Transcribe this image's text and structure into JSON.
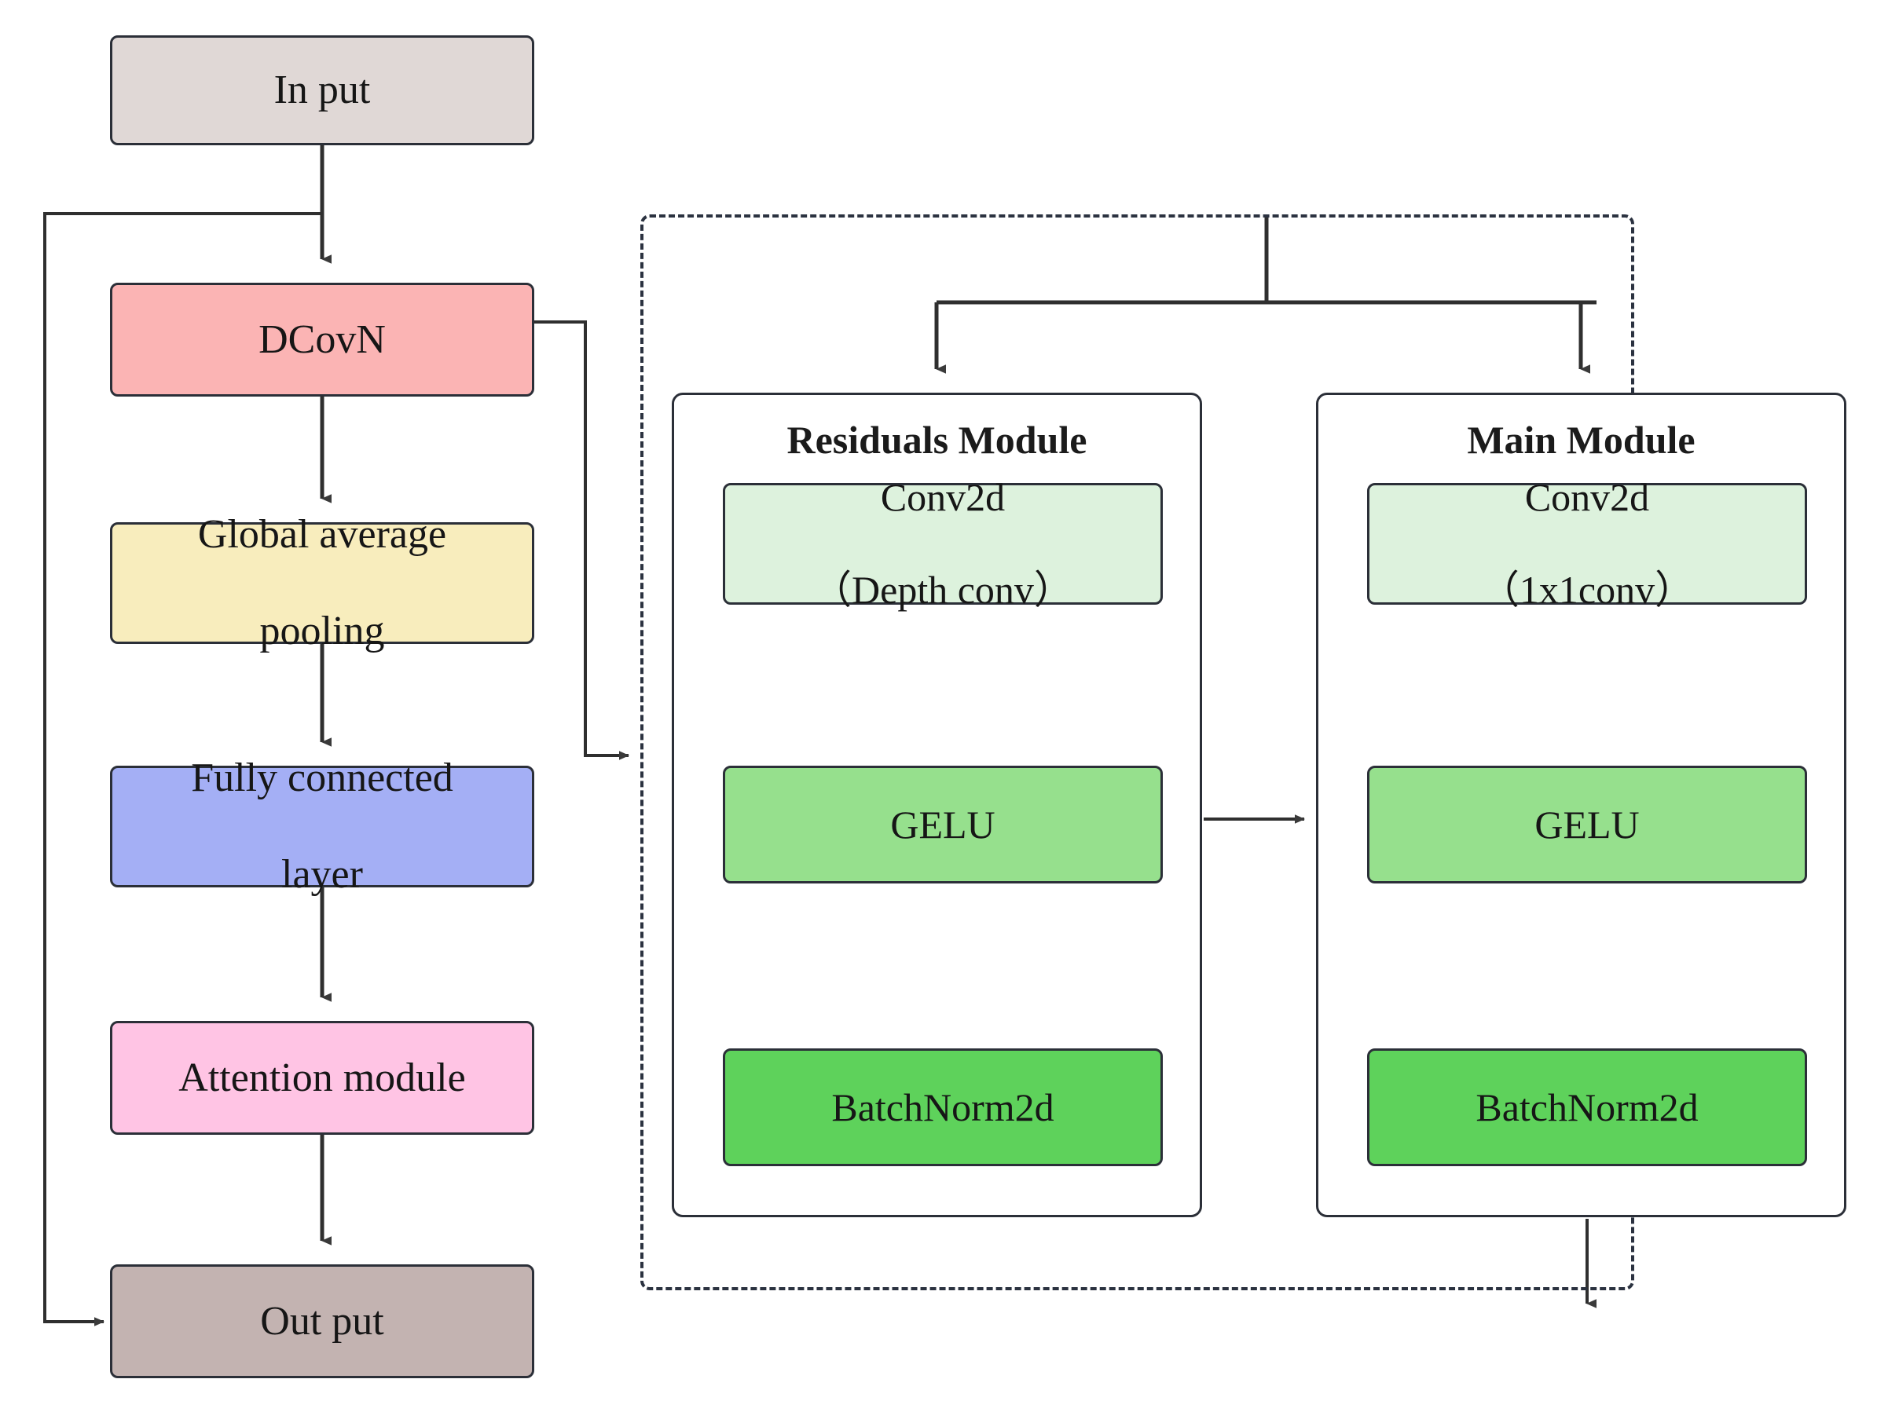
{
  "diagram": {
    "title": "DCovN network architecture block diagram",
    "colors": {
      "input_fill": "#e0d8d6",
      "dcovn_fill": "#fbb4b4",
      "gap_fill": "#f8edbd",
      "fc_fill": "#a4aff5",
      "attention_fill": "#ffc4e4",
      "output_fill": "#c3b3b1",
      "conv_fill": "#ddf2dd",
      "gelu_fill": "#96e08d",
      "batchnorm_fill": "#5ed25b",
      "stroke": "#2b2f38",
      "dashed_stroke": "#2b3240",
      "background": "#ffffff"
    }
  },
  "pipeline": {
    "nodes": [
      {
        "id": "input",
        "label": "In put"
      },
      {
        "id": "dcovn",
        "label": "DCovN"
      },
      {
        "id": "gap",
        "label": "Global average\npooling"
      },
      {
        "id": "fc",
        "label": "Fully connected\nlayer"
      },
      {
        "id": "attention",
        "label": "Attention module"
      },
      {
        "id": "output",
        "label": "Out put"
      }
    ],
    "gap_line1": "Global average",
    "gap_line2": "pooling",
    "fc_line1": "Fully connected",
    "fc_line2": "layer"
  },
  "expansion": {
    "residuals": {
      "title": "Residuals Module",
      "nodes": [
        {
          "id": "conv",
          "line1": "Conv2d",
          "line2": "（Depth conv）"
        },
        {
          "id": "gelu",
          "line1": "GELU",
          "line2": ""
        },
        {
          "id": "bn",
          "line1": "BatchNorm2d",
          "line2": ""
        }
      ]
    },
    "main": {
      "title": "Main Module",
      "nodes": [
        {
          "id": "conv",
          "line1": "Conv2d",
          "line2": "（1x1conv）"
        },
        {
          "id": "gelu",
          "line1": "GELU",
          "line2": ""
        },
        {
          "id": "bn",
          "line1": "BatchNorm2d",
          "line2": ""
        }
      ]
    }
  }
}
